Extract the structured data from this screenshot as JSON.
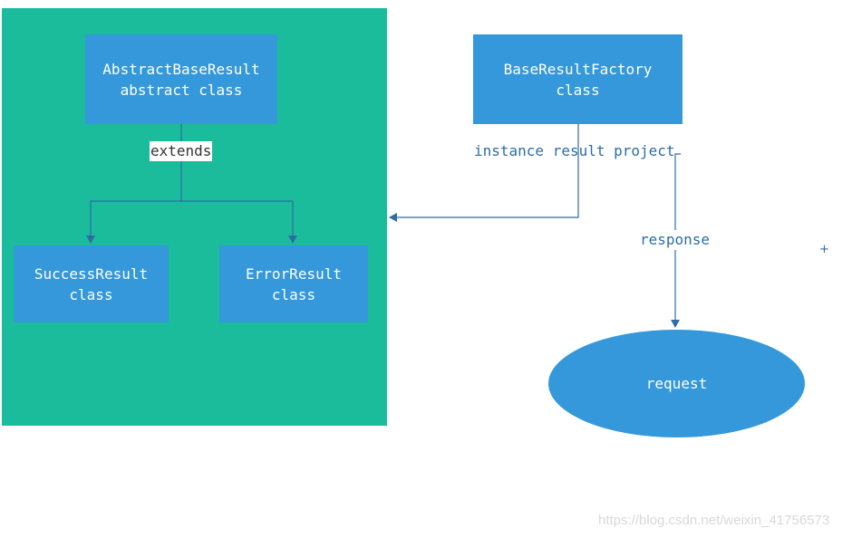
{
  "nodes": {
    "abstract_base_result": {
      "name": "AbstractBaseResult",
      "kind": "abstract class"
    },
    "success_result": {
      "name": "SuccessResult",
      "kind": "class"
    },
    "error_result": {
      "name": "ErrorResult",
      "kind": "class"
    },
    "base_result_factory": {
      "name": "BaseResultFactory",
      "kind": "class"
    },
    "request": {
      "name": "request"
    }
  },
  "edges": {
    "extends": {
      "label": "extends",
      "from": "AbstractBaseResult",
      "to": [
        "SuccessResult",
        "ErrorResult"
      ]
    },
    "instance": {
      "label": "instance result project",
      "from": "BaseResultFactory",
      "to": "result-group"
    },
    "response": {
      "label": "response",
      "from": "BaseResultFactory",
      "to": "request"
    }
  },
  "decorations": {
    "plus_glyph": "+",
    "watermark": "https://blog.csdn.net/weixin_41756573"
  },
  "colors": {
    "group_background": "#1bbc9b",
    "node_fill": "#3498db",
    "node_text": "#ffffff",
    "edge_line": "#2e6da4",
    "watermark": "#d9d9d9"
  }
}
